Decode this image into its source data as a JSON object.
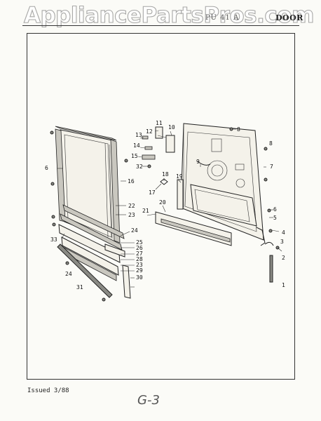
{
  "watermark": "AppliancePartsPros.com",
  "header": {
    "code": "PU 41 A",
    "title": "DOOR"
  },
  "footer": {
    "issued": "Issued 3/88",
    "page": "G-3"
  },
  "callouts": [
    "1",
    "2",
    "3",
    "4",
    "5",
    "6",
    "7",
    "8",
    "8",
    "9",
    "10",
    "11",
    "12",
    "13",
    "14",
    "15",
    "16",
    "17",
    "18",
    "19",
    "20",
    "21",
    "22",
    "23",
    "24",
    "25",
    "26",
    "27",
    "28",
    "23",
    "29",
    "30",
    "31",
    "32",
    "33",
    "6",
    "24"
  ]
}
